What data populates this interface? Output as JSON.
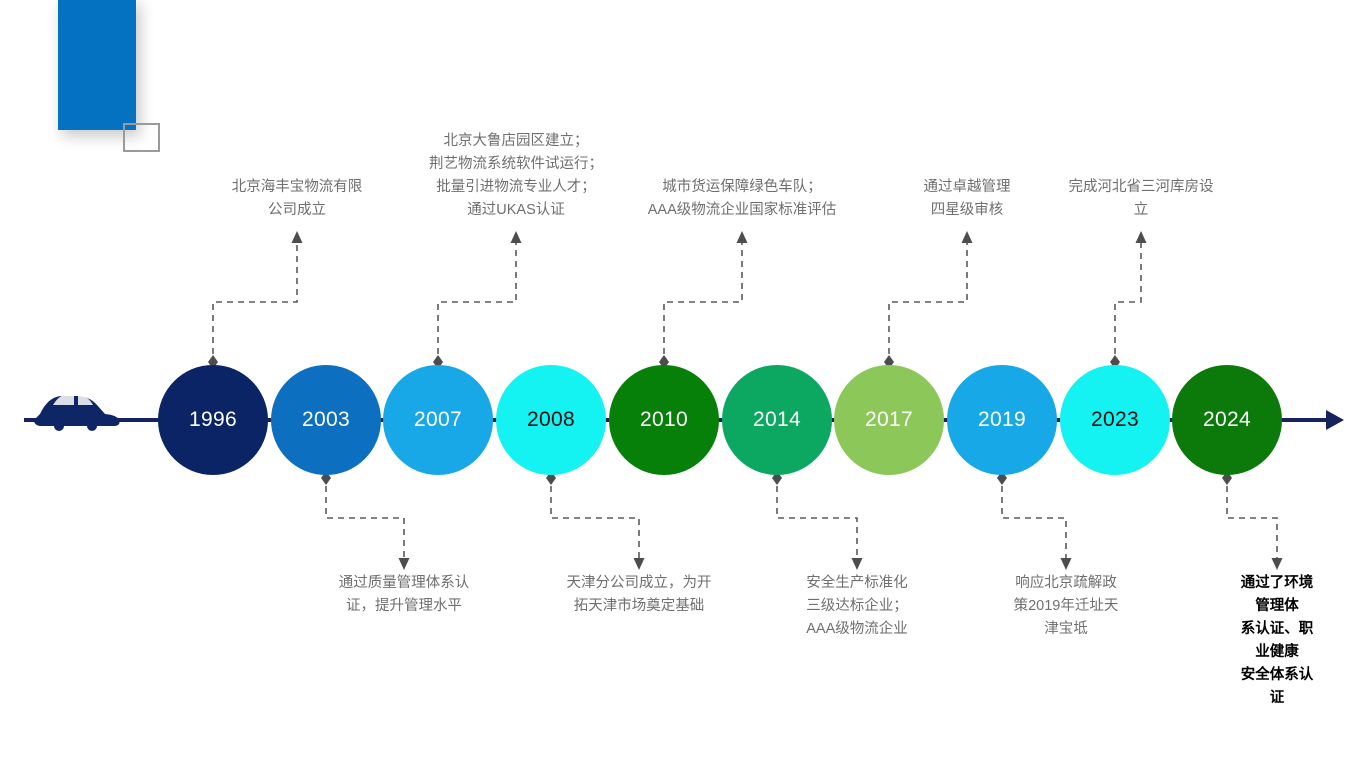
{
  "decor": {
    "rect_color": "#0571C1",
    "square_border_color": "#9a9a9a"
  },
  "timeline": {
    "axis_color": "#16235E",
    "connector_color": "#5a5a5a",
    "vehicle_icon": "car-icon",
    "arrow_icon": "arrow-right-icon",
    "nodes": [
      {
        "year": "1996",
        "color": "#0A2466",
        "text_color": "#ffffff",
        "side": "top",
        "caption": "北京海丰宝物流有限\n公司成立",
        "caption_emphasis": false
      },
      {
        "year": "2003",
        "color": "#0D6FC0",
        "text_color": "#ffffff",
        "side": "bottom",
        "caption": "通过质量管理体系认\n证，提升管理水平",
        "caption_emphasis": false
      },
      {
        "year": "2007",
        "color": "#18A8E8",
        "text_color": "#ffffff",
        "side": "top",
        "caption": "北京大鲁店园区建立；\n荆艺物流系统软件试运行；\n批量引进物流专业人才；\n通过UKAS认证",
        "caption_emphasis": false
      },
      {
        "year": "2008",
        "color": "#15F2F2",
        "text_color": "#111111",
        "side": "bottom",
        "caption": "天津分公司成立，为开\n拓天津市场奠定基础",
        "caption_emphasis": false
      },
      {
        "year": "2010",
        "color": "#068009",
        "text_color": "#ffffff",
        "side": "top",
        "caption": "城市货运保障绿色车队；\nAAA级物流企业国家标准评估",
        "caption_emphasis": false
      },
      {
        "year": "2014",
        "color": "#0CA861",
        "text_color": "#ffffff",
        "side": "bottom",
        "caption": "安全生产标准化\n三级达标企业；\nAAA级物流企业",
        "caption_emphasis": false
      },
      {
        "year": "2017",
        "color": "#8CC75A",
        "text_color": "#ffffff",
        "side": "top",
        "caption": "通过卓越管理\n四星级审核",
        "caption_emphasis": false
      },
      {
        "year": "2019",
        "color": "#17A8E8",
        "text_color": "#ffffff",
        "side": "bottom",
        "caption": "响应北京疏解政\n策2019年迁址天\n津宝坻",
        "caption_emphasis": false
      },
      {
        "year": "2023",
        "color": "#15F2F2",
        "text_color": "#111111",
        "side": "top",
        "caption": "完成河北省三河库房设\n立",
        "caption_emphasis": false
      },
      {
        "year": "2024",
        "color": "#0B7A0B",
        "text_color": "#ffffff",
        "side": "bottom",
        "caption": "通过了环境管理体\n系认证、职业健康\n安全体系认证",
        "caption_emphasis": true
      }
    ]
  }
}
